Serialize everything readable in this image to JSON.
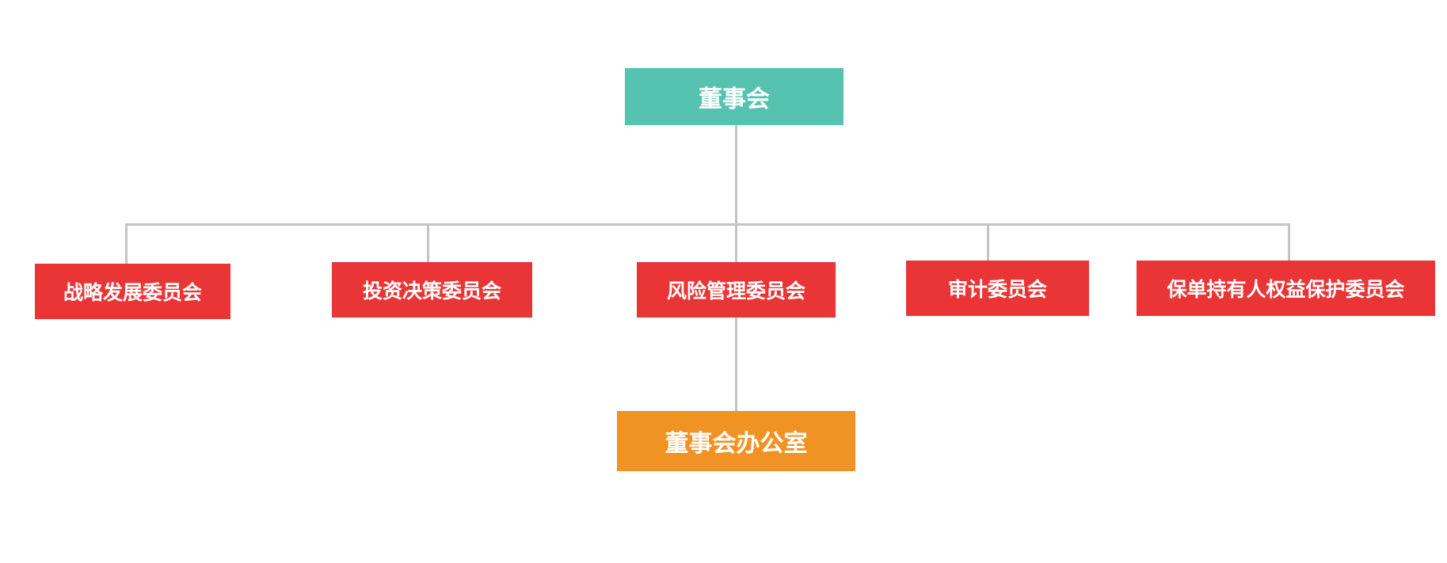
{
  "board": {
    "label": "董事会",
    "color": "#56c2b0"
  },
  "committees": [
    {
      "label": "战略发展委员会"
    },
    {
      "label": "投资决策委员会"
    },
    {
      "label": "风险管理委员会"
    },
    {
      "label": "审计委员会"
    },
    {
      "label": "保单持有人权益保护委员会"
    }
  ],
  "committee_color": "#e93536",
  "office": {
    "label": "董事会办公室",
    "color": "#f19224"
  },
  "connector_color": "#c4c4c4"
}
